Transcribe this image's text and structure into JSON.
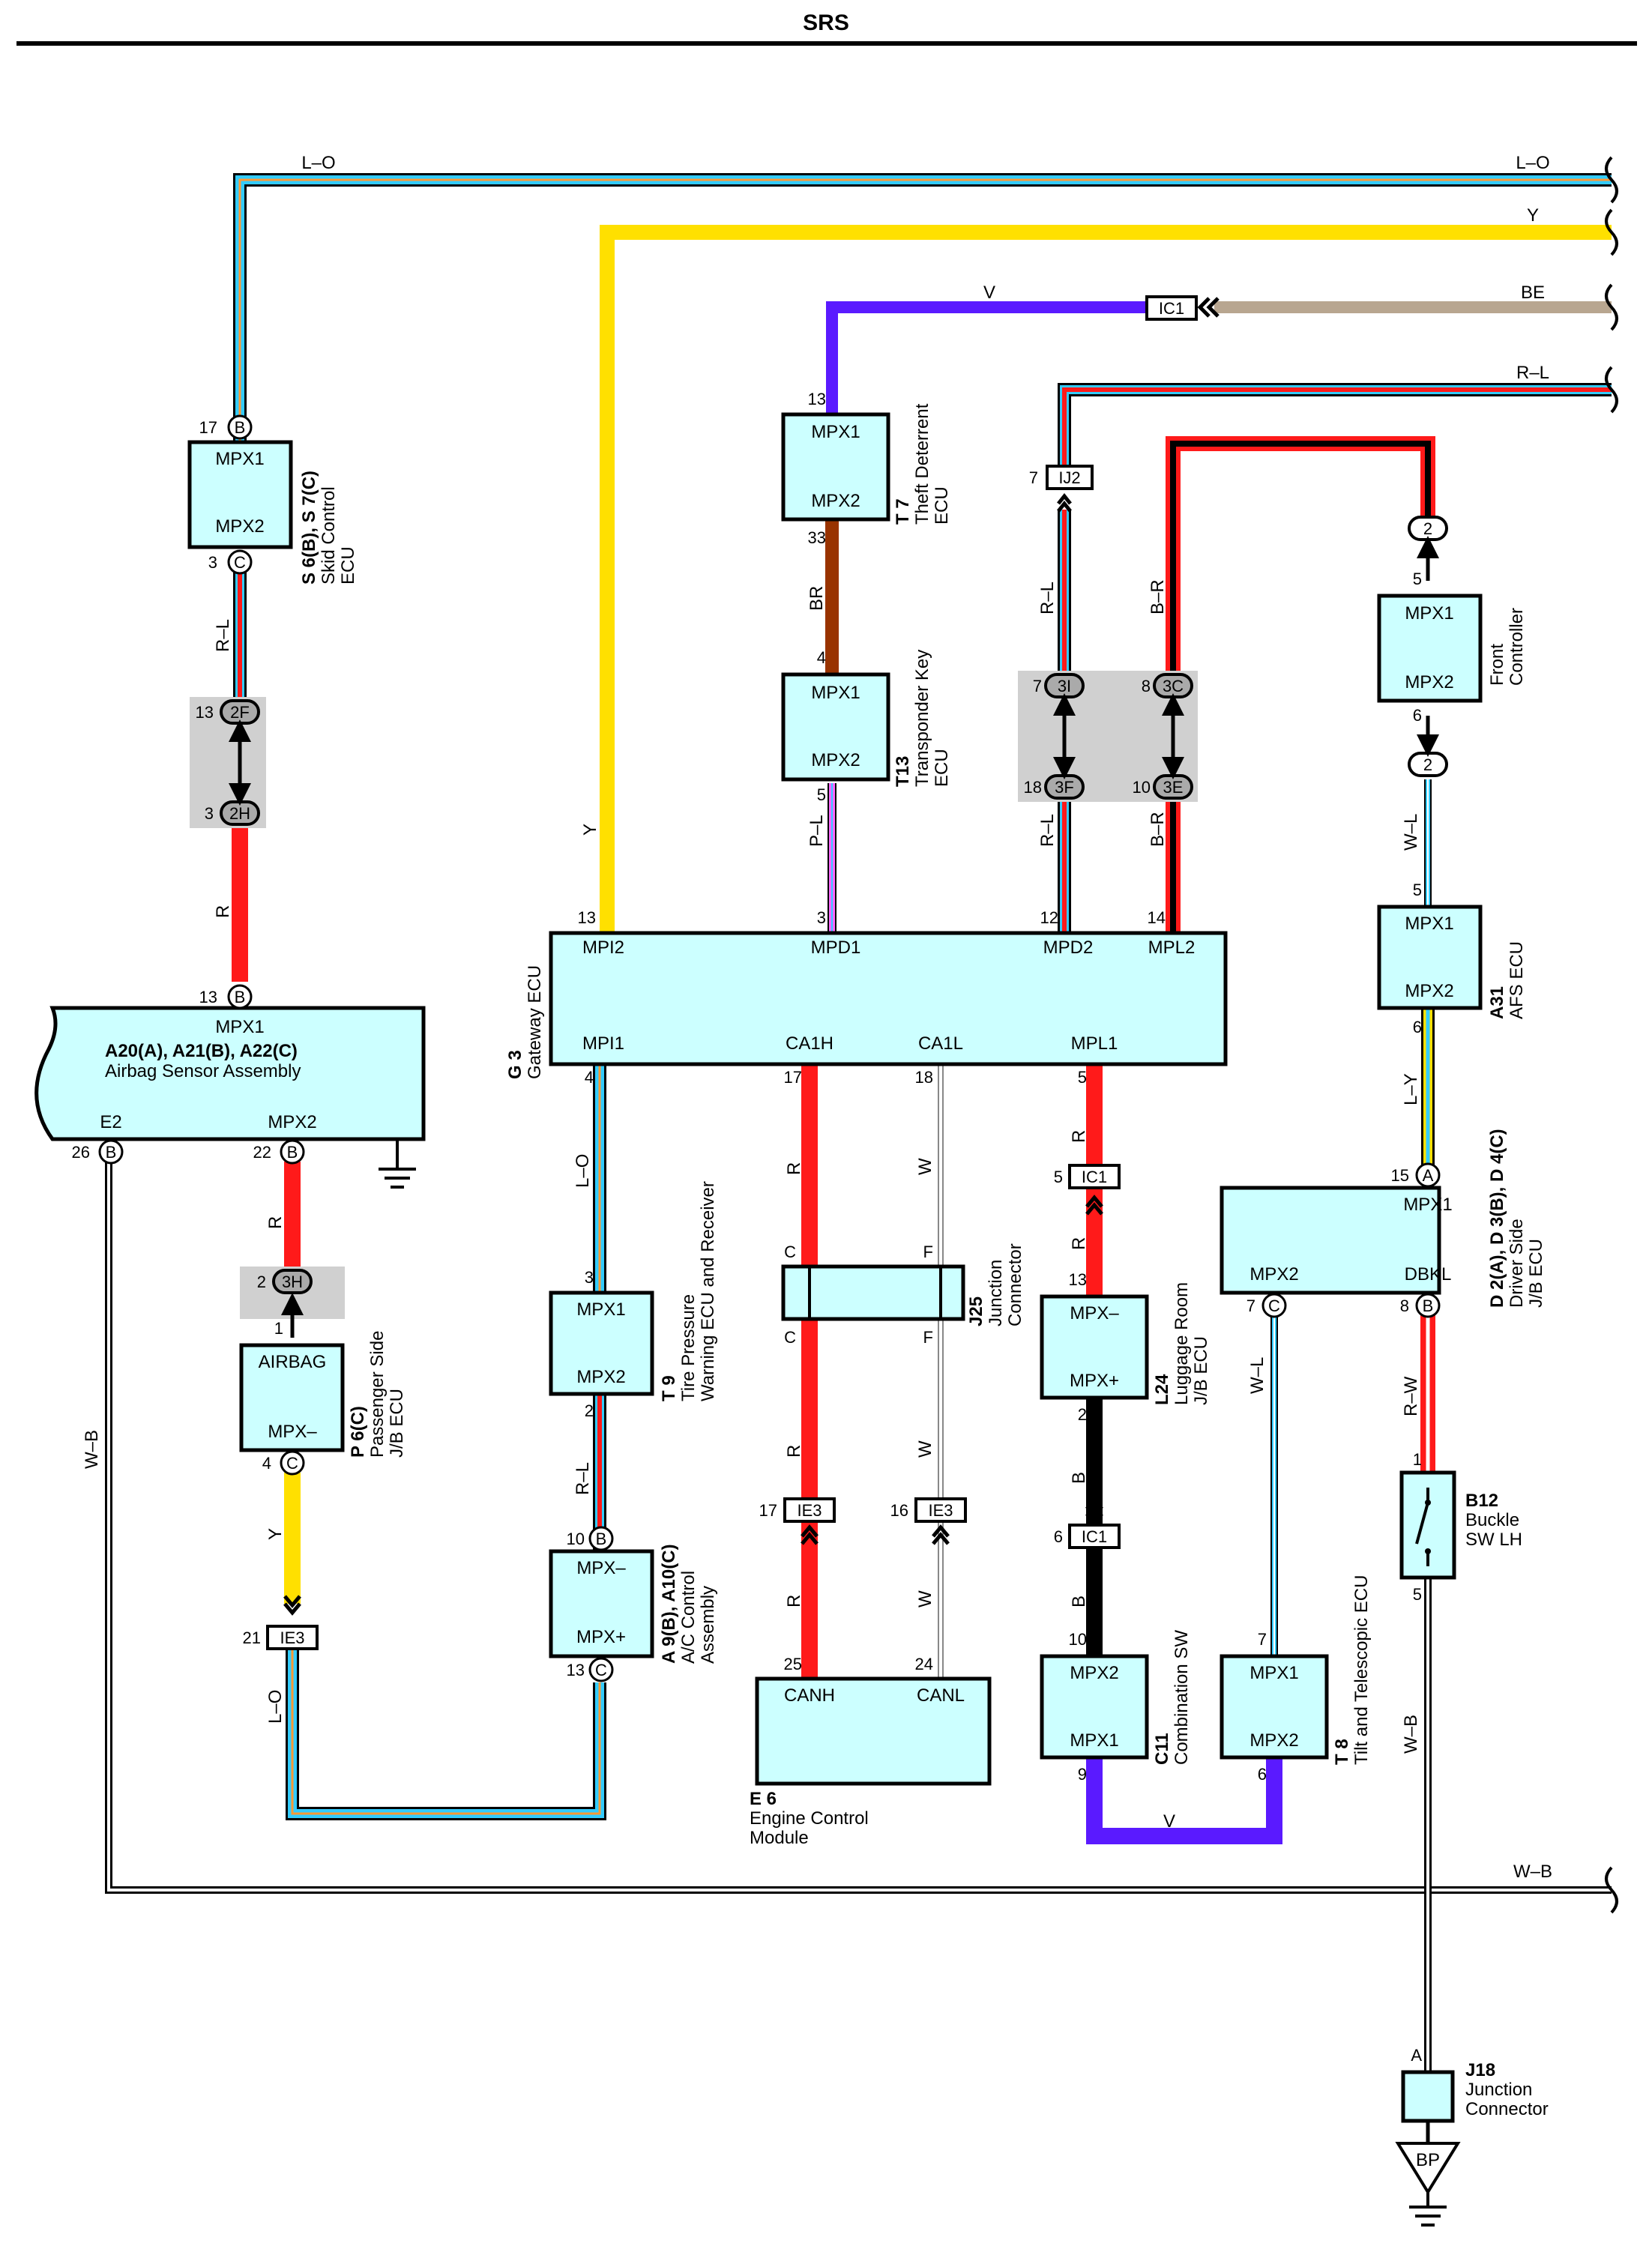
{
  "page_title": "SRS",
  "wires": {
    "lo_top": "L–O",
    "lo_top_right": "L–O",
    "y_top": "Y",
    "v_top": "V",
    "be": "BE",
    "rl_top": "R–L",
    "rl_skid": "R–L",
    "r_skid": "R",
    "r_pass": "R",
    "y_pass": "Y",
    "lo_pass": "L–O",
    "wb_left": "W–B",
    "wb_right": "W–B",
    "y_gw": "Y",
    "br": "BR",
    "pl": "P–L",
    "rl_j1": "R–L",
    "rl_j2": "R–L",
    "br_j1": "B–R",
    "br_j2": "B–R",
    "wl_front": "W–L",
    "ly": "L–Y",
    "lo_tp": "L–O",
    "rl_tp": "R–L",
    "r_can1": "R",
    "r_can2": "R",
    "r_can3": "R",
    "w_can1": "W",
    "w_can2": "W",
    "w_can3": "W",
    "r_lug1": "R",
    "r_lug2": "R",
    "b_lug1": "B",
    "b_lug2": "B",
    "v_bottom": "V",
    "wl_tilt": "W–L",
    "rw": "R–W",
    "wb_buckle": "W–B"
  },
  "connectors": {
    "ic1_top": "IC1",
    "ij2": "IJ2",
    "ie3_pass": "IE3",
    "ie3_can1": "IE3",
    "ie3_can2": "IE3",
    "ic1_lug1": "IC1",
    "ic1_lug2": "IC1",
    "j_2f": "2F",
    "j_2h": "2H",
    "j_3h": "3H",
    "j_3i": "3I",
    "j_3c": "3C",
    "j_3f": "3F",
    "j_3e": "3E",
    "t_b17": "B",
    "t_c3": "C",
    "t_b13": "B",
    "t_b26": "B",
    "t_b22": "B",
    "t_c4": "C",
    "t_2a": "2",
    "t_2b": "2",
    "t_a15": "A",
    "t_c7": "C",
    "t_b8": "B",
    "t_b10": "B",
    "t_c13": "C"
  },
  "pins": {
    "p17a": "17",
    "p3a": "3",
    "p13a": "13",
    "p33": "33",
    "p4a": "4",
    "p5a": "5",
    "p7a": "7",
    "p13b": "13",
    "p3b": "3",
    "p7b": "7",
    "p8": "8",
    "p18": "18",
    "p10a": "10",
    "p13c": "13",
    "p3c": "3",
    "p12": "12",
    "p14": "14",
    "p5b": "5",
    "p6a": "6",
    "p5c": "5",
    "p6b": "6",
    "p13d": "13",
    "p26": "26",
    "p22": "22",
    "p2a": "2",
    "p1a": "1",
    "p4b": "4",
    "p21": "21",
    "p4c": "4",
    "p17b": "17",
    "p18b": "18",
    "p5d": "5",
    "p3d": "3",
    "p2b": "2",
    "p10b": "10",
    "p13e": "13",
    "p5e": "5",
    "p13f": "13",
    "p2c": "2",
    "p6c": "6",
    "p10c": "10",
    "p9": "9",
    "p17c": "17",
    "p16": "16",
    "p25": "25",
    "p24": "24",
    "p15": "15",
    "p7c": "7",
    "p8b": "8",
    "p1b": "1",
    "p5f": "5",
    "p7d": "7",
    "p6d": "6",
    "jc_c1": "C",
    "jc_f1": "F",
    "jc_c2": "C",
    "jc_f2": "F",
    "j18_a": "A"
  },
  "components": {
    "skid": {
      "code": "S 6(B), S 7(C)",
      "name1": "Skid Control",
      "name2": "ECU",
      "t1": "MPX1",
      "t2": "MPX2"
    },
    "theft": {
      "code": "T 7",
      "name1": "Theft Deterrent",
      "name2": "ECU",
      "t1": "MPX1",
      "t2": "MPX2"
    },
    "transponder": {
      "code": "T13",
      "name1": "Transponder Key",
      "name2": "ECU",
      "t1": "MPX1",
      "t2": "MPX2"
    },
    "front": {
      "name1": "Front",
      "name2": "Controller",
      "t1": "MPX1",
      "t2": "MPX2"
    },
    "afs": {
      "code": "A31",
      "name1": "AFS ECU",
      "t1": "MPX1",
      "t2": "MPX2"
    },
    "airbag": {
      "t1": "MPX1",
      "code": "A20(A), A21(B), A22(C)",
      "name1": "Airbag Sensor Assembly",
      "t2": "E2",
      "t3": "MPX2"
    },
    "gateway": {
      "code": "G 3",
      "name1": "Gateway ECU",
      "t1": "MPI2",
      "t2": "MPD1",
      "t3": "MPD2",
      "t4": "MPL2",
      "t5": "MPI1",
      "t6": "CA1H",
      "t7": "CA1L",
      "t8": "MPL1"
    },
    "passenger": {
      "code": "P 6(C)",
      "name1": "Passenger Side",
      "name2": "J/B ECU",
      "t1": "AIRBAG",
      "t2": "MPX–"
    },
    "tire": {
      "code": "T 9",
      "name1": "Tire Pressure",
      "name2": "Warning ECU and Receiver",
      "t1": "MPX1",
      "t2": "MPX2"
    },
    "ac": {
      "code": "A 9(B), A10(C)",
      "name1": "A/C Control",
      "name2": "Assembly",
      "t1": "MPX–",
      "t2": "MPX+"
    },
    "junction25": {
      "code": "J25",
      "name1": "Junction",
      "name2": "Connector"
    },
    "engine": {
      "code": "E 6",
      "name1": "Engine Control",
      "name2": "Module",
      "t1": "CANH",
      "t2": "CANL"
    },
    "luggage": {
      "code": "L24",
      "name1": "Luggage Room",
      "name2": "J/B ECU",
      "t1": "MPX–",
      "t2": "MPX+"
    },
    "combo": {
      "code": "C11",
      "name1": "Combination SW",
      "t1": "MPX2",
      "t2": "MPX1"
    },
    "tilt": {
      "code": "T 8",
      "name1": "Tilt and Telescopic ECU",
      "t1": "MPX1",
      "t2": "MPX2"
    },
    "driver": {
      "code": "D 2(A), D 3(B), D 4(C)",
      "name1": "Driver Side",
      "name2": "J/B ECU",
      "t1": "MPX1",
      "t2": "MPX2",
      "t3": "DBKL"
    },
    "buckle": {
      "code": "B12",
      "name1": "Buckle",
      "name2": "SW LH"
    },
    "j18": {
      "code": "J18",
      "name1": "Junction",
      "name2": "Connector"
    },
    "ground": {
      "label": "BP"
    }
  },
  "colors": {
    "cyan_box": "#ccffff",
    "wire_cyan": "#33ccff",
    "wire_yellow": "#ffe000",
    "wire_red": "#ff1a1a",
    "wire_violet": "#5a1aff",
    "wire_brown": "#993300",
    "wire_tan": "#b8a690",
    "wire_pink": "#ff66ff",
    "wire_orange": "#ff9933"
  }
}
